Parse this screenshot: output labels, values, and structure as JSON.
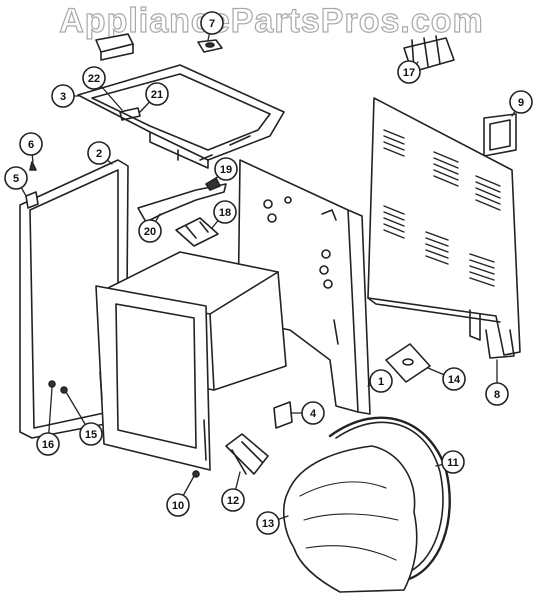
{
  "watermark": "AppliancePartsPros.com",
  "callouts": [
    {
      "id": "c1",
      "label": "1"
    },
    {
      "id": "c2",
      "label": "2"
    },
    {
      "id": "c3",
      "label": "3"
    },
    {
      "id": "c4",
      "label": "4"
    },
    {
      "id": "c5",
      "label": "5"
    },
    {
      "id": "c6",
      "label": "6"
    },
    {
      "id": "c7",
      "label": "7"
    },
    {
      "id": "c8",
      "label": "8"
    },
    {
      "id": "c9",
      "label": "9"
    },
    {
      "id": "c10",
      "label": "10"
    },
    {
      "id": "c11",
      "label": "11"
    },
    {
      "id": "c12",
      "label": "12"
    },
    {
      "id": "c13",
      "label": "13"
    },
    {
      "id": "c14",
      "label": "14"
    },
    {
      "id": "c15",
      "label": "15"
    },
    {
      "id": "c16",
      "label": "16"
    },
    {
      "id": "c17",
      "label": "17"
    },
    {
      "id": "c18",
      "label": "18"
    },
    {
      "id": "c19",
      "label": "19"
    },
    {
      "id": "c20",
      "label": "20"
    },
    {
      "id": "c21",
      "label": "21"
    },
    {
      "id": "c22",
      "label": "22"
    }
  ]
}
